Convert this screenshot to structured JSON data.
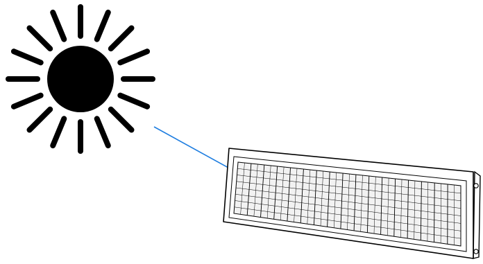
{
  "diagram": {
    "elements": [
      {
        "id": "sun",
        "icon": "sun-icon"
      },
      {
        "id": "sunlight-ray",
        "icon": "arrow"
      },
      {
        "id": "solar-panel",
        "icon": "solar-panel-icon"
      }
    ],
    "connections": [
      {
        "from": "sun",
        "to": "solar-panel",
        "kind": "light ray"
      }
    ],
    "colors": {
      "outline": "#000000",
      "sun_fill": "#000000",
      "ray": "#1f7ee0",
      "panel_frame": "#ffffff",
      "panel_glass": "#f2f2f2"
    }
  }
}
